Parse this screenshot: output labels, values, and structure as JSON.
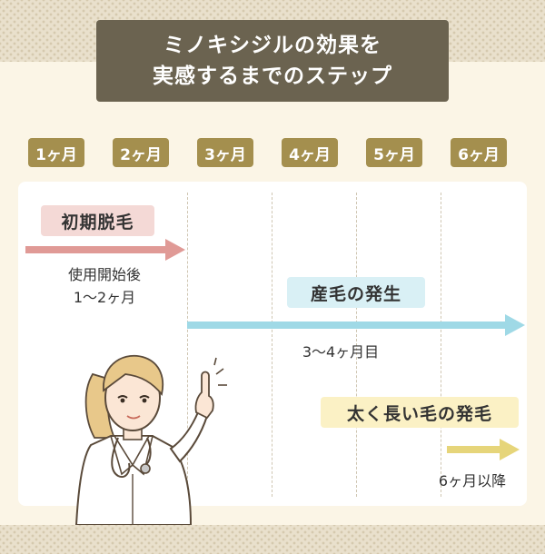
{
  "header": {
    "title_line1": "ミノキシジルの効果を",
    "title_line2": "実感するまでのステップ"
  },
  "months": [
    "1ヶ月",
    "2ヶ月",
    "3ヶ月",
    "4ヶ月",
    "5ヶ月",
    "6ヶ月"
  ],
  "steps": [
    {
      "label": "初期脱毛",
      "sub_line1": "使用開始後",
      "sub_line2": "1～2ヶ月",
      "color": "#e09a96"
    },
    {
      "label": "産毛の発生",
      "sub_line1": "3～4ヶ月目",
      "color": "#9fd9e6"
    },
    {
      "label": "太く長い毛の発毛",
      "sub_line1": "6ヶ月以降",
      "color": "#e6d57a"
    }
  ],
  "colors": {
    "title_bg": "#6b6350",
    "month_bg": "#a48f4e",
    "background": "#fbf5e6"
  },
  "illustration": "doctor-pointing-icon"
}
